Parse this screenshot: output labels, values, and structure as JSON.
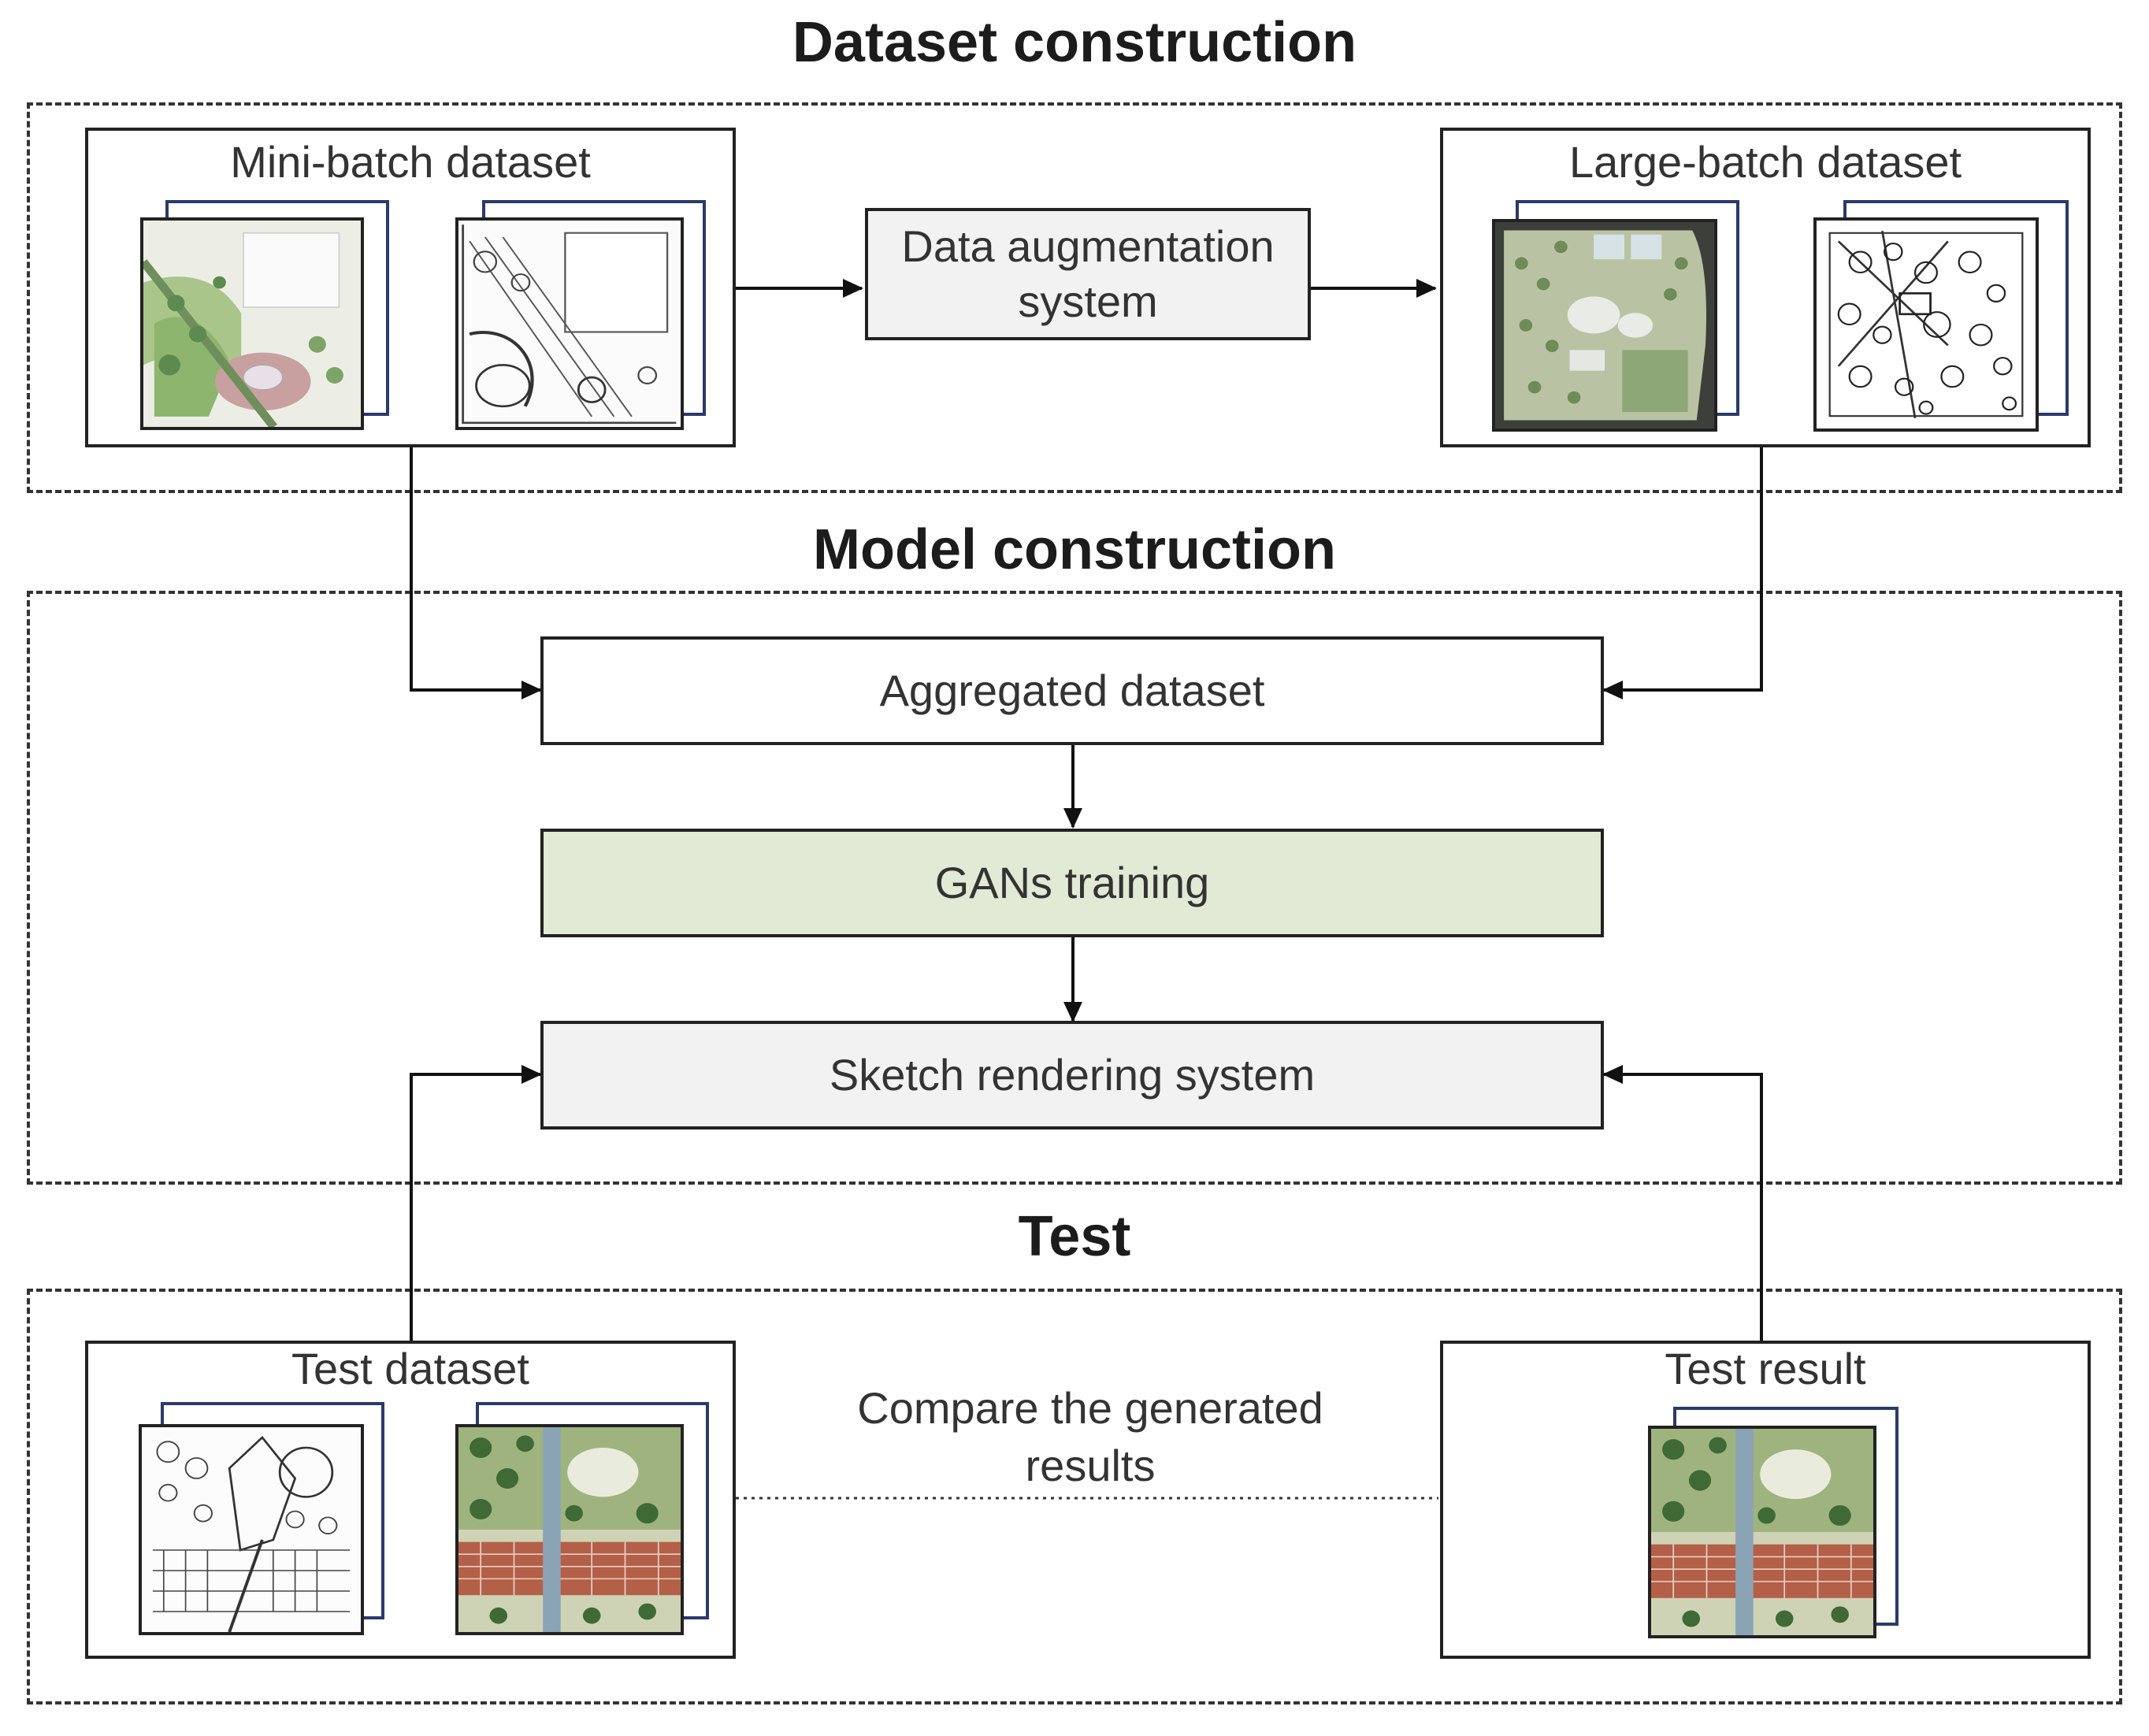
{
  "sections": {
    "dataset": "Dataset construction",
    "model": "Model construction",
    "test": "Test"
  },
  "panels": {
    "mini_batch": "Mini-batch dataset",
    "large_batch": "Large-batch dataset",
    "test_dataset": "Test dataset",
    "test_result": "Test result"
  },
  "boxes": {
    "augmentation_line1": "Data augmentation",
    "augmentation_line2": "system",
    "aggregated": "Aggregated dataset",
    "gans": "GANs training",
    "sketch": "Sketch rendering system"
  },
  "compare": {
    "line1": "Compare the generated",
    "line2": "results"
  },
  "colors": {
    "gans_fill": "#e1ead4",
    "process_fill": "#f2f2f2",
    "stroke": "#222222"
  }
}
